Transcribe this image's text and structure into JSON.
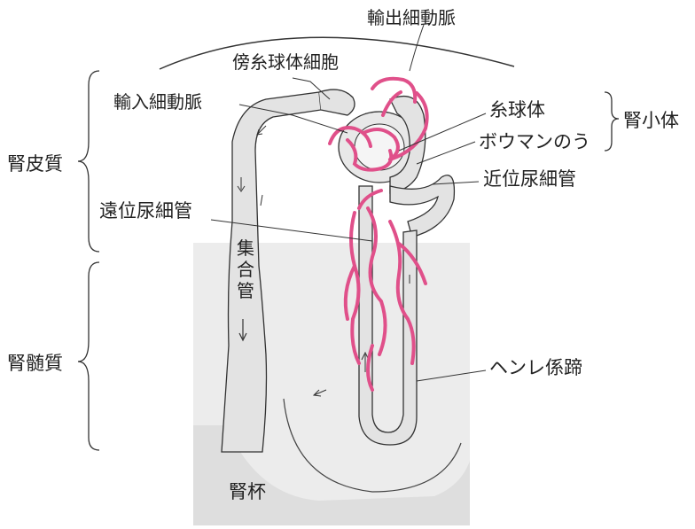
{
  "diagram": {
    "labels": {
      "efferent_arteriole": "輸出細動脈",
      "juxtaglomerular_cells": "傍糸球体細胞",
      "afferent_arteriole": "輸入細動脈",
      "glomerulus": "糸球体",
      "bowmans_capsule": "ボウマンのう",
      "renal_corpuscle": "腎小体",
      "renal_cortex": "腎皮質",
      "proximal_tubule": "近位尿細管",
      "distal_tubule": "遠位尿細管",
      "collecting_duct": "集合管",
      "renal_medulla": "腎髄質",
      "loop_of_henle": "ヘンレ係蹄",
      "renal_calyx": "腎杯"
    },
    "colors": {
      "vessel": "#e0508a",
      "tubule_fill": "#e6e6e6",
      "medulla_fill": "#ededed",
      "calyx_fill": "#dcdcdc",
      "outline": "#333333"
    }
  }
}
